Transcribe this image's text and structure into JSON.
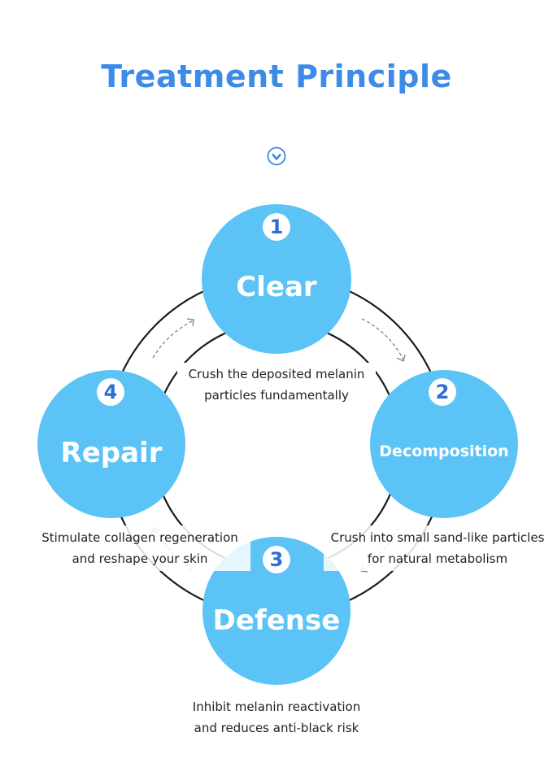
{
  "title": "Treatment Principle",
  "colors": {
    "accent": "#3d8be6",
    "circle": "#5bc3f5",
    "number": "#2b6fd6"
  },
  "icons": {
    "header": "chevron-down-circle-icon"
  },
  "steps": [
    {
      "number": "1",
      "label": "Clear",
      "desc": [
        "Crush the deposited melanin",
        "particles fundamentally"
      ]
    },
    {
      "number": "2",
      "label": "Decomposition",
      "desc": [
        "Crush into small sand-like particles",
        "for natural metabolism"
      ]
    },
    {
      "number": "3",
      "label": "Defense",
      "desc": [
        "Inhibit melanin reactivation",
        "and reduces anti-black risk"
      ]
    },
    {
      "number": "4",
      "label": "Repair",
      "desc": [
        "Stimulate collagen regeneration",
        "and reshape your skin"
      ]
    }
  ]
}
